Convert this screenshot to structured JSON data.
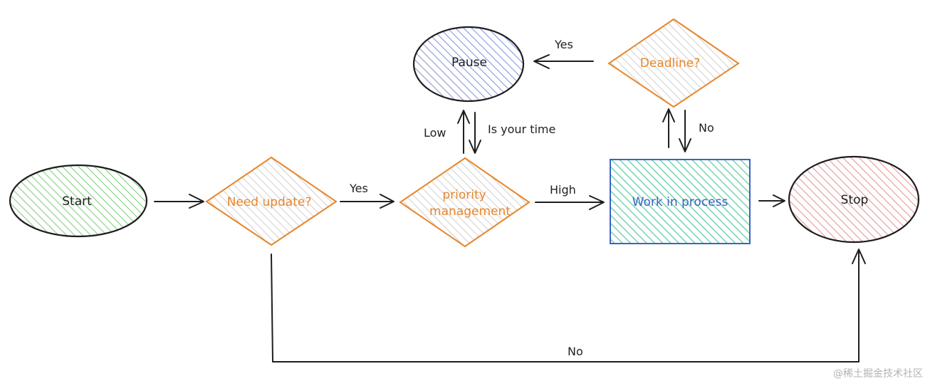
{
  "nodes": {
    "start": {
      "label": "Start"
    },
    "need_update": {
      "label": "Need update?"
    },
    "priority": {
      "line1": "priority",
      "line2": "management"
    },
    "pause": {
      "label": "Pause"
    },
    "deadline": {
      "label": "Deadline?"
    },
    "work": {
      "label": "Work in process"
    },
    "stop": {
      "label": "Stop"
    }
  },
  "edges": {
    "need_update_to_priority": "Yes",
    "priority_to_work": "High",
    "priority_to_pause": "Low",
    "pause_to_priority": "Is your time",
    "deadline_to_pause": "Yes",
    "deadline_to_work": "No",
    "need_update_to_stop": "No"
  },
  "colors": {
    "start_fill": "#b6e3b4",
    "pause_fill": "#a9b9ea",
    "decision_fill": "#e6e6e6",
    "decision_stroke": "#e8862a",
    "decision_text": "#e8862a",
    "work_fill": "#9fe0c7",
    "work_stroke": "#3b63c4",
    "work_text": "#3b63c4",
    "stop_fill": "#f6b5b5",
    "stroke": "#1e1e1e"
  },
  "watermark": "@稀土掘金技术社区"
}
